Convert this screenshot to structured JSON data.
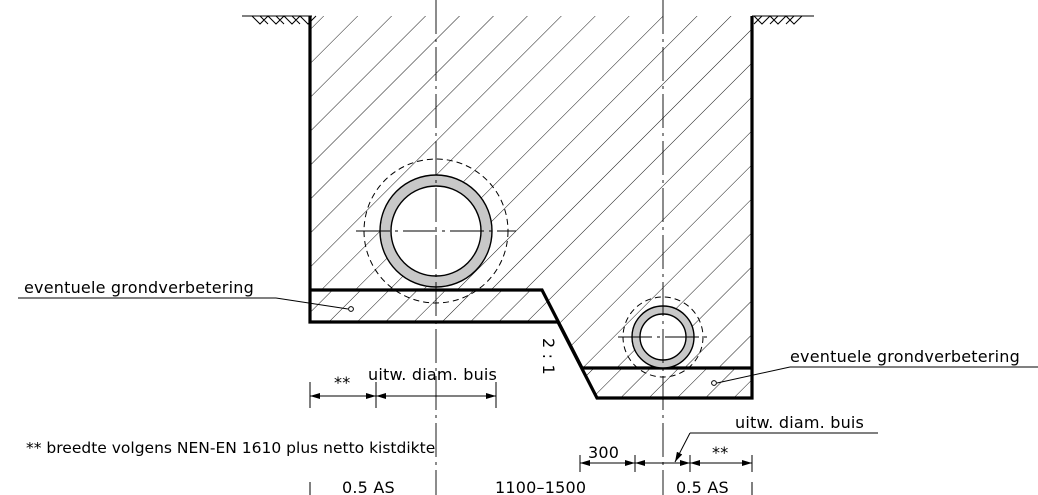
{
  "labels": {
    "soil_improvement_left": "eventuele grondverbetering",
    "soil_improvement_right": "eventuele grondverbetering",
    "inner_diameter_left": "uitw. diam. buis",
    "inner_diameter_right": "uitw. diam. buis",
    "slope": "2 : 1"
  },
  "dimensions": {
    "width_note_left": "**",
    "width_note_right": "**",
    "clearance": "300",
    "half_as_left": "0.5 AS",
    "axis_distance": "1100–1500",
    "half_as_right": "0.5 AS"
  },
  "footnote": "**  breedte volgens NEN-EN 1610 plus netto kistdikte"
}
